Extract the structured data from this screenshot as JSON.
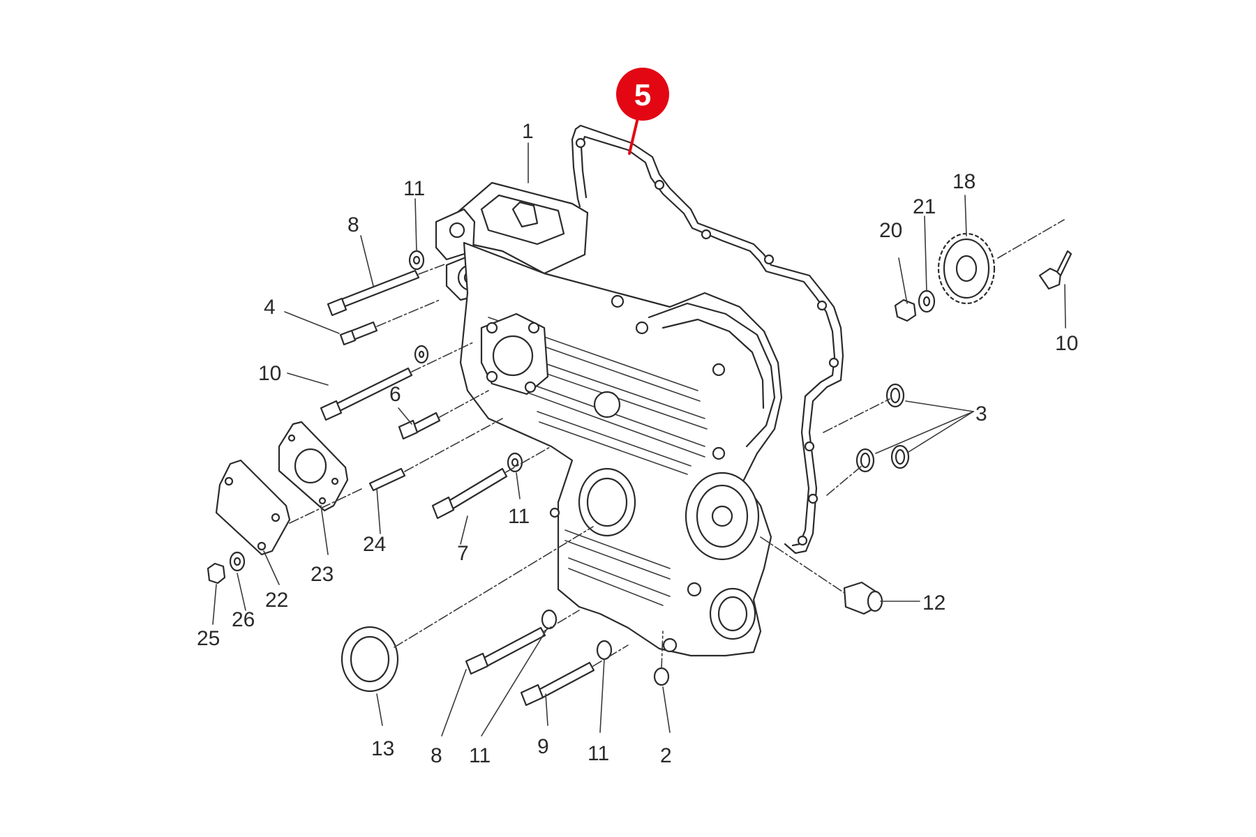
{
  "highlight": {
    "label": "5",
    "color": "#e30613"
  },
  "line_color": "#2b2b2b",
  "labels": {
    "l1": "1",
    "l2": "2",
    "l3": "3",
    "l4": "4",
    "l6": "6",
    "l7": "7",
    "l8a": "8",
    "l8b": "8",
    "l9": "9",
    "l10a": "10",
    "l10b": "10",
    "l11a": "11",
    "l11b": "11",
    "l11c": "11",
    "l11d": "11",
    "l12": "12",
    "l13": "13",
    "l18": "18",
    "l20": "20",
    "l21": "21",
    "l22": "22",
    "l23": "23",
    "l24": "24",
    "l25": "25",
    "l26": "26"
  }
}
